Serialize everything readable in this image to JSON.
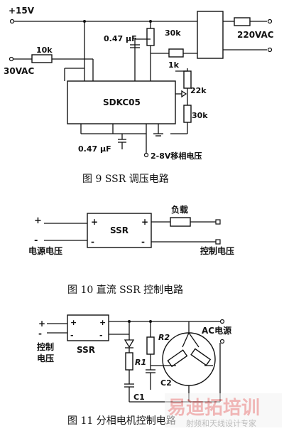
{
  "fig9": {
    "caption": "图 9   SSR 调压电路",
    "plus15v": "+15V",
    "ac30": "30VAC",
    "r10k": "10k",
    "cap047_top": "0.47 μF",
    "r30k_top": "30k",
    "r1k": "1k",
    "r22k": "22k",
    "r30k_right": "30k",
    "chip": "SDKC05",
    "cap047_bottom": "0.47 μF",
    "phase_voltage": "2-8V移相电压",
    "ac220": "220VAC"
  },
  "fig10": {
    "caption": "图 10   直流 SSR 控制电路",
    "ssr": "SSR",
    "load": "负载",
    "power_label": "电源电压",
    "control_label": "控制电压",
    "plus": "+",
    "minus": "-"
  },
  "fig11": {
    "caption": "图 11   分相电机控制电路",
    "ssr": "SSR",
    "control_label_1": "控制",
    "control_label_2": "电压",
    "r1": "R1",
    "r2": "R2",
    "c1": "C1",
    "c2": "C2",
    "ac_power": "AC电源",
    "plus": "+",
    "minus": "-"
  },
  "watermark": {
    "brand": "易迪拓培训",
    "sub": "射频和天线设计专家"
  }
}
